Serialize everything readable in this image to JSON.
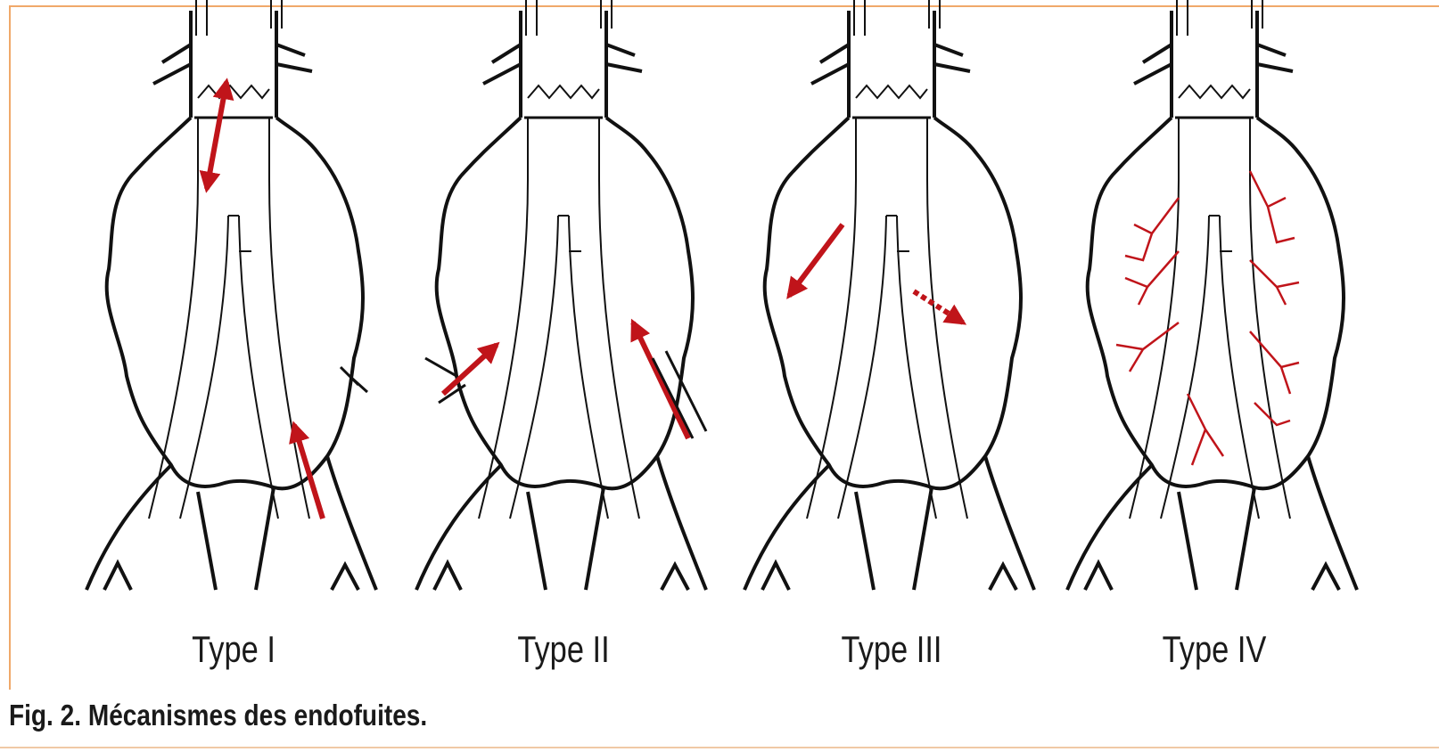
{
  "colors": {
    "line": "#111111",
    "leak_arrow": "#c0141a",
    "frame": "#f0a86a"
  },
  "panels": [
    {
      "label": "Type I",
      "leak": "attachment-site"
    },
    {
      "label": "Type II",
      "leak": "collateral-branch"
    },
    {
      "label": "Type III",
      "leak": "graft-junction"
    },
    {
      "label": "Type IV",
      "leak": "graft-porosity"
    }
  ],
  "caption": "Fig. 2. Mécanismes des endofuites."
}
